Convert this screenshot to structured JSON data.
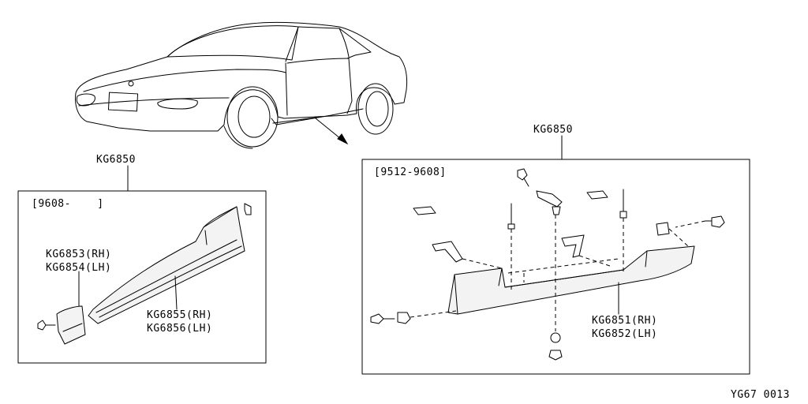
{
  "callouts": {
    "left_assembly": "KG6850",
    "right_assembly": "KG6850",
    "left_date_range": "[9608-    ]",
    "right_date_range": "[9512-9608]",
    "mud_guard_rh": "KG6853(RH)",
    "mud_guard_lh": "KG6854(LH)",
    "side_sill_rh": "KG6855(RH)",
    "side_sill_lh": "KG6856(LH)",
    "side_spoiler_rh": "KG6851(RH)",
    "side_spoiler_lh": "KG6852(LH)"
  },
  "footer": {
    "diagram_code": "YG67 0013"
  }
}
